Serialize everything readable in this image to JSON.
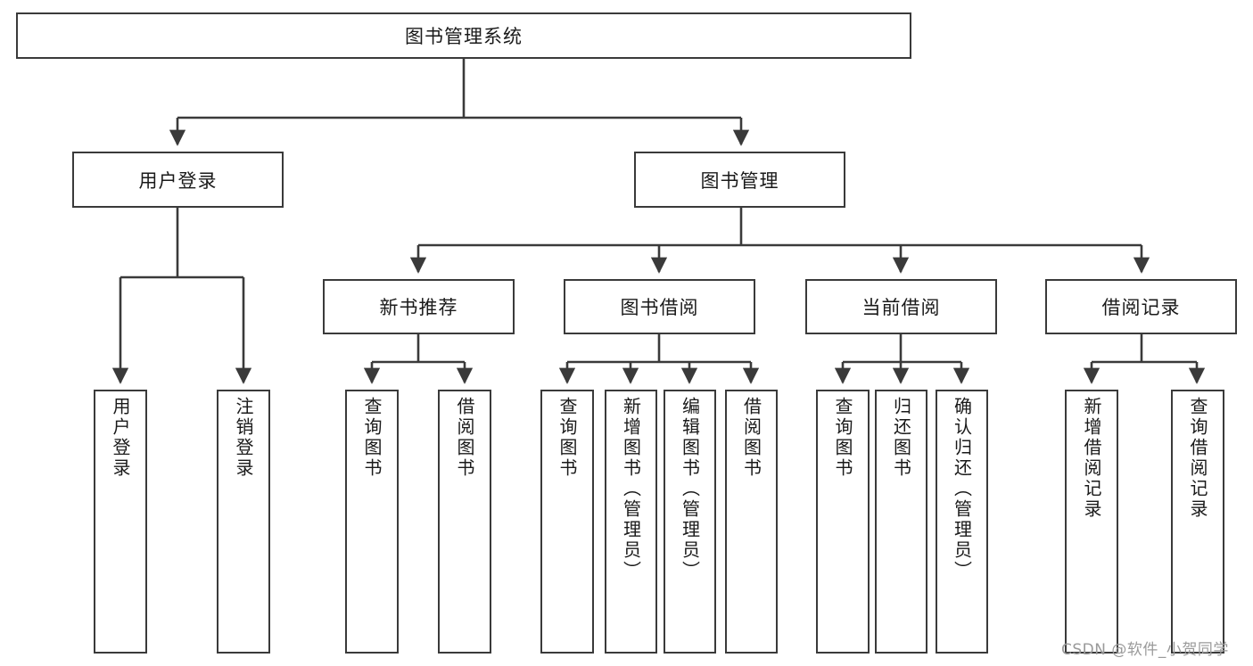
{
  "diagram": {
    "title": "图书管理系统",
    "type": "tree-hierarchy-chart",
    "orientation": "top-down",
    "colors": {
      "box_border": "#3a3a3a",
      "box_fill": "#ffffff",
      "connector": "#3a3a3a",
      "text": "#1a1a1a",
      "watermark": "#9a9a9a",
      "background": "#ffffff"
    }
  },
  "root": {
    "label": "图书管理系统"
  },
  "level2": [
    {
      "label": "用户登录"
    },
    {
      "label": "图书管理"
    }
  ],
  "level3": [
    {
      "label": "新书推荐"
    },
    {
      "label": "图书借阅"
    },
    {
      "label": "当前借阅"
    },
    {
      "label": "借阅记录"
    }
  ],
  "leaves": {
    "user_login": [
      {
        "label": "用户登录"
      },
      {
        "label": "注销登录"
      }
    ],
    "new_book_recommend": [
      {
        "label": "查询图书"
      },
      {
        "label": "借阅图书"
      }
    ],
    "book_borrow": [
      {
        "label": "查询图书"
      },
      {
        "label": "新增图书（管理员）"
      },
      {
        "label": "编辑图书（管理员）"
      },
      {
        "label": "借阅图书"
      }
    ],
    "current_borrow": [
      {
        "label": "查询图书"
      },
      {
        "label": "归还图书"
      },
      {
        "label": "确认归还（管理员）"
      }
    ],
    "borrow_record": [
      {
        "label": "新增借阅记录"
      },
      {
        "label": "查询借阅记录"
      }
    ]
  },
  "watermark": {
    "text": "CSDN @软件_小贺同学"
  }
}
